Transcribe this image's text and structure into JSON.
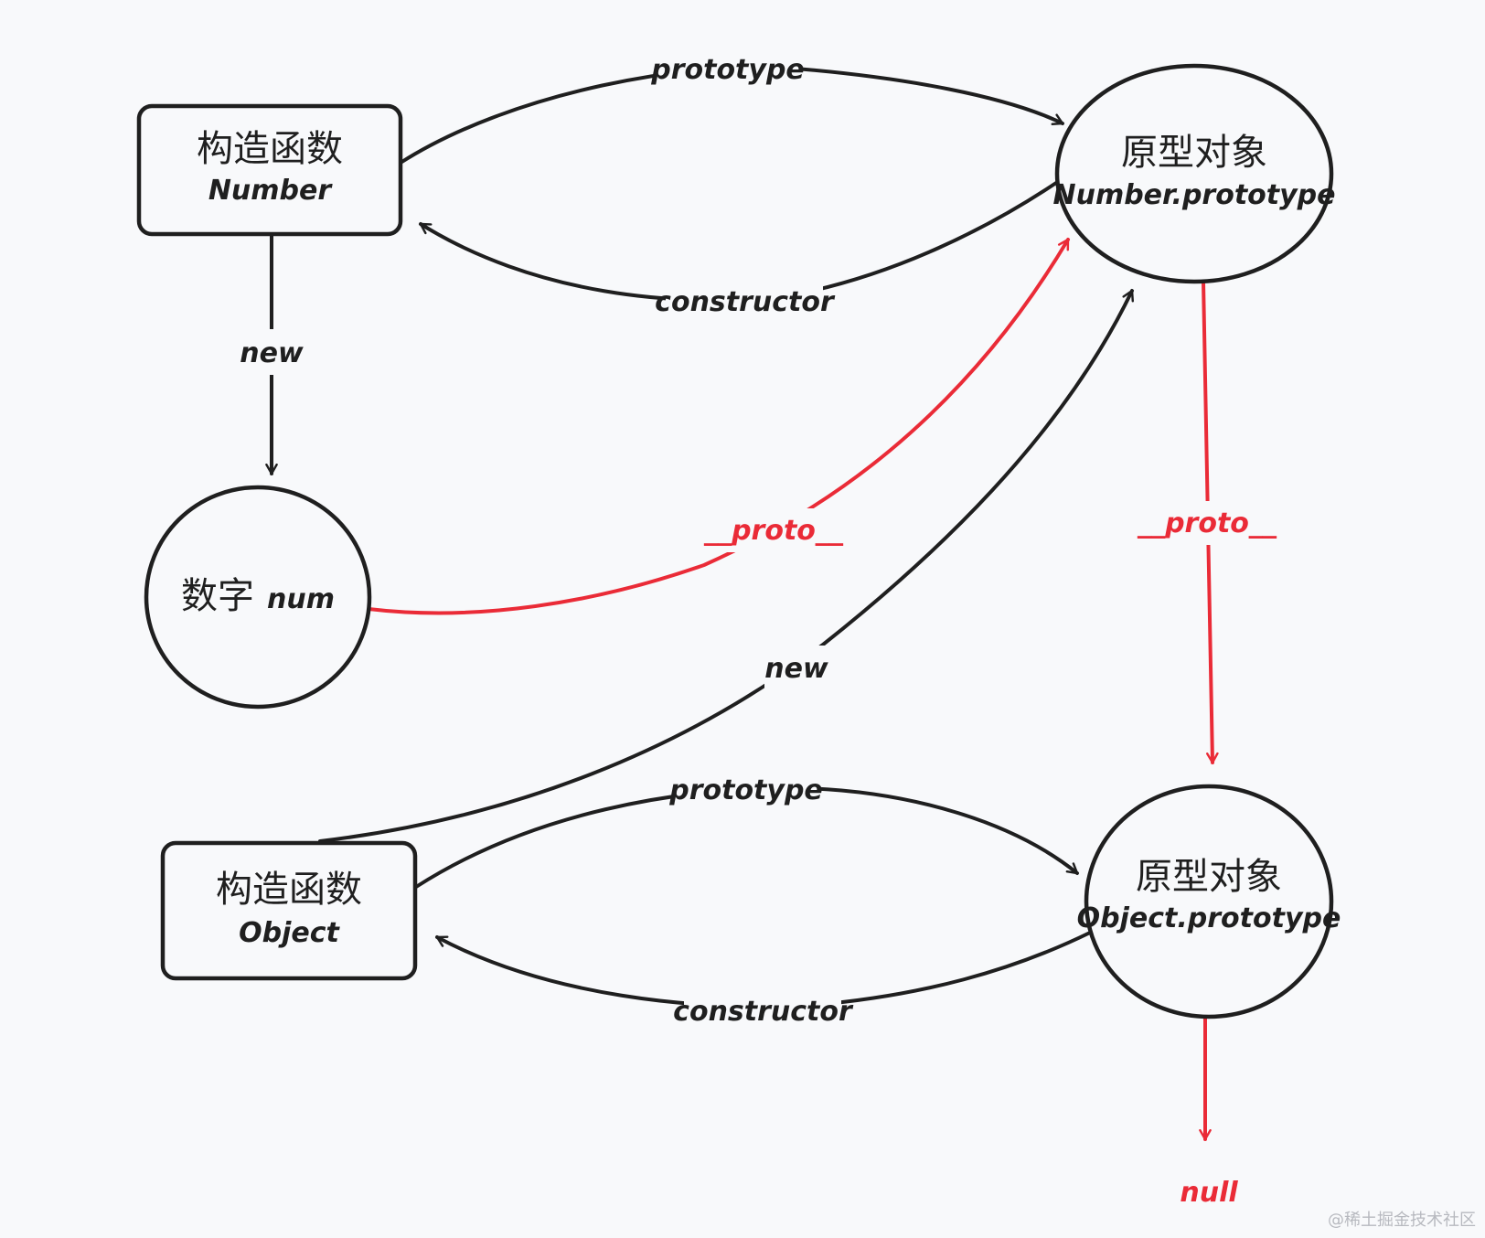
{
  "colors": {
    "black": "#1f1f1f",
    "red": "#ea2b37",
    "background": "#f8f9fb"
  },
  "nodes": {
    "number_constructor": {
      "line1": "构造函数",
      "line2": "Number"
    },
    "number_prototype": {
      "line1": "原型对象",
      "line2": "Number.prototype"
    },
    "num": {
      "line1": "数字",
      "line2": "num"
    },
    "object_constructor": {
      "line1": "构造函数",
      "line2": "Object"
    },
    "object_prototype": {
      "line1": "原型对象",
      "line2": "Object.prototype"
    }
  },
  "edges": {
    "number_prototype_label": "prototype",
    "number_constructor_label": "constructor",
    "new_num_label": "new",
    "num_proto_label": "__proto__",
    "number_proto_proto_label": "__proto__",
    "object_new_label": "new",
    "object_prototype_label": "prototype",
    "object_constructor_label": "constructor",
    "null_label": "null"
  },
  "watermark": "@稀土掘金技术社区"
}
